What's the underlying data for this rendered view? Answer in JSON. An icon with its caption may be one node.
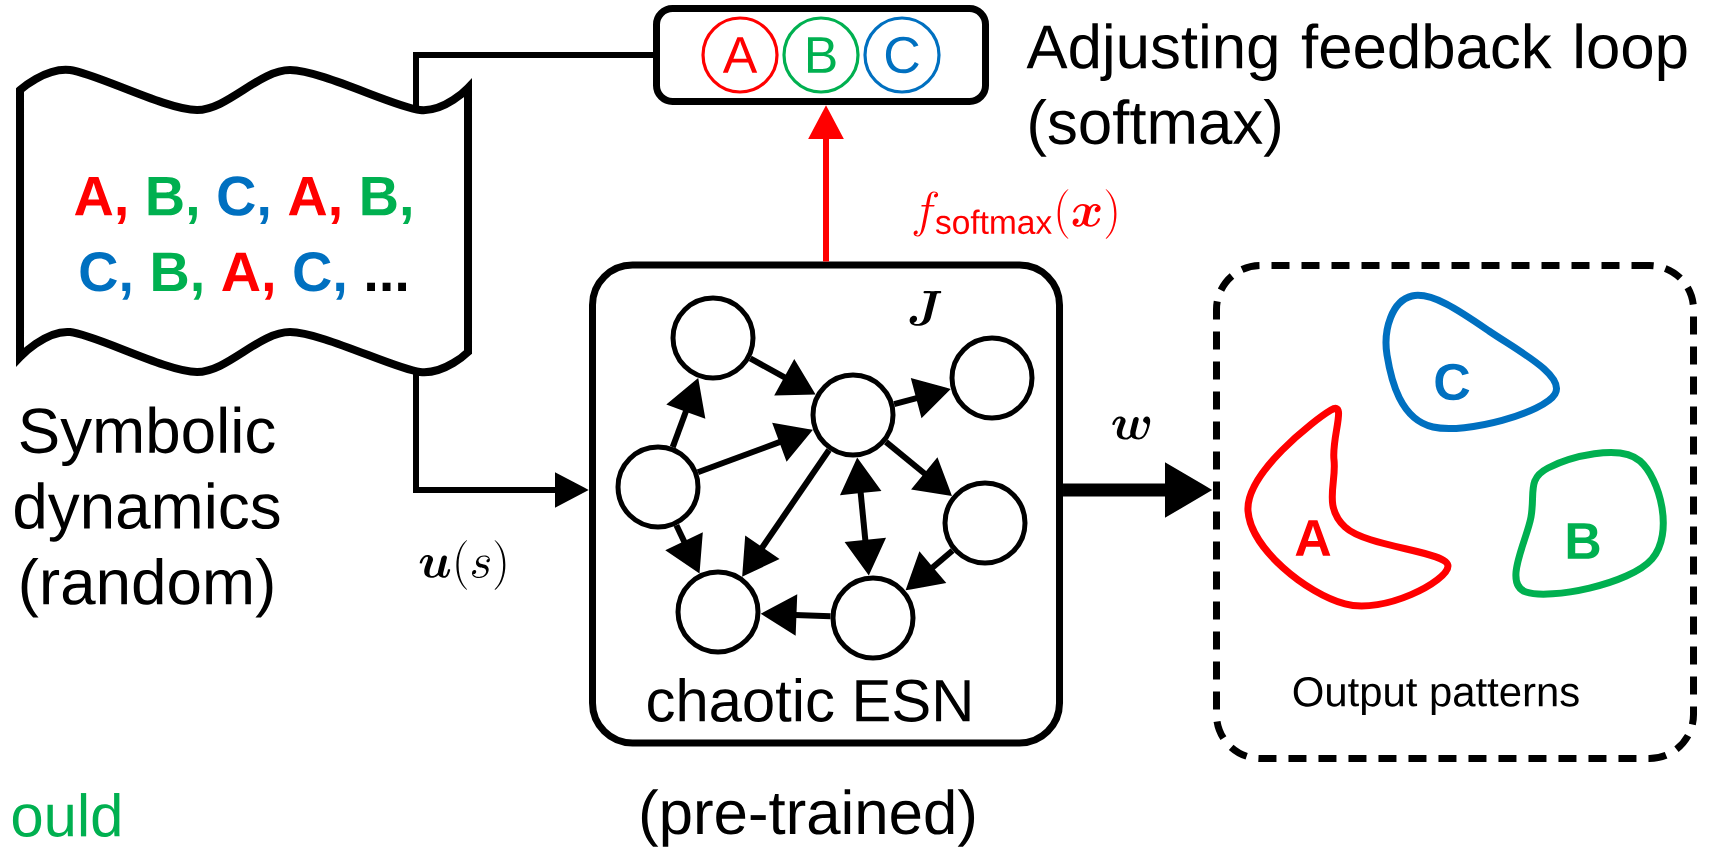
{
  "diagram": {
    "nodes": [
      {
        "text": [
          "A,",
          "B,",
          "C,",
          "A,",
          "B,",
          "C,",
          "B,",
          "A,",
          "C,",
          "..."
        ],
        "beside": [
          "Symbolic dynamics (random)"
        ]
      },
      {
        "text": [
          "A",
          "B",
          "C"
        ],
        "beside": [
          "Adjusting feedback loop (softmax)"
        ]
      },
      {
        "text": [
          "\\boldsymbol{J}",
          "chaotic ESN"
        ],
        "beside": [
          "(pre-trained)"
        ]
      },
      {
        "text": [],
        "shape": "circle",
        "in": 2
      },
      {
        "text": [],
        "shape": "circle",
        "in": 2
      },
      {
        "text": [],
        "shape": "circle",
        "in": 2
      },
      {
        "text": [],
        "shape": "circle",
        "in": 2
      },
      {
        "text": [],
        "shape": "circle",
        "in": 2
      },
      {
        "text": [],
        "shape": "circle",
        "in": 2
      },
      {
        "text": [],
        "shape": "circle",
        "in": 2
      },
      {
        "text": [
          "Output patterns"
        ]
      },
      {
        "text": [
          "C"
        ],
        "in": 10
      },
      {
        "text": [
          "A"
        ],
        "in": 10
      },
      {
        "text": [
          "B"
        ],
        "in": 10
      }
    ],
    "edges": [
      {
        "from": 0,
        "to": 1,
        "arrow": "none"
      },
      {
        "from": 0,
        "to": 2,
        "arrow": "to",
        "label": "\\boldsymbol{u}(s)"
      },
      {
        "from": 2,
        "to": 1,
        "arrow": "to",
        "color": "#ff0000",
        "label": "f_{\\mathrm{softmax}}(\\boldsymbol{x})"
      },
      {
        "from": 2,
        "to": 10,
        "arrow": "to",
        "style": "thick",
        "label": "\\boldsymbol{w}"
      },
      {
        "from": 3,
        "to": 5,
        "arrow": "to"
      },
      {
        "from": 5,
        "to": 4,
        "arrow": "to"
      },
      {
        "from": 6,
        "to": 3,
        "arrow": "to"
      },
      {
        "from": 6,
        "to": 5,
        "arrow": "to"
      },
      {
        "from": 6,
        "to": 8,
        "arrow": "to"
      },
      {
        "from": 5,
        "to": 8,
        "arrow": "to"
      },
      {
        "from": 5,
        "to": 9,
        "arrow": "both"
      },
      {
        "from": 5,
        "to": 7,
        "arrow": "to"
      },
      {
        "from": 7,
        "to": 9,
        "arrow": "to"
      },
      {
        "from": 9,
        "to": 8,
        "arrow": "to"
      }
    ],
    "labels": [
      "ould"
    ]
  }
}
